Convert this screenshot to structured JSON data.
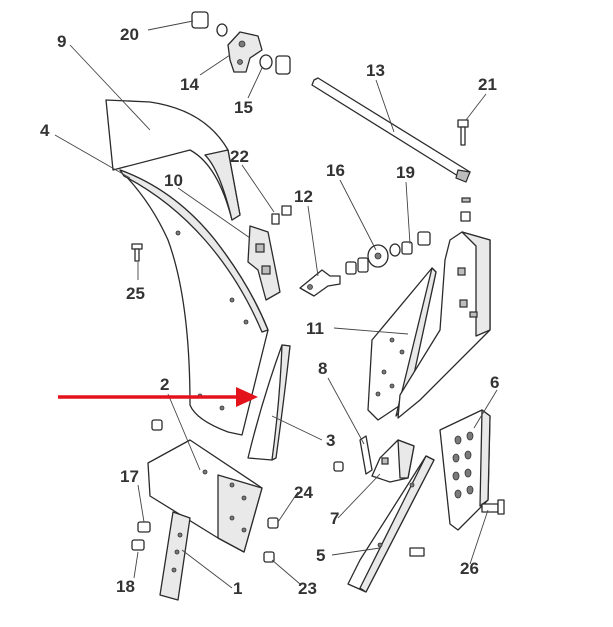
{
  "callouts": {
    "c1": "1",
    "c2": "2",
    "c3": "3",
    "c4": "4",
    "c5": "5",
    "c6": "6",
    "c7": "7",
    "c8": "8",
    "c9": "9",
    "c10": "10",
    "c11": "11",
    "c12": "12",
    "c13": "13",
    "c14": "14",
    "c15": "15",
    "c16": "16",
    "c17": "17",
    "c18": "18",
    "c19": "19",
    "c20": "20",
    "c21": "21",
    "c22": "22",
    "c23": "23",
    "c24": "24",
    "c25": "25",
    "c26": "26"
  },
  "colors": {
    "highlight_arrow": "#e3121b",
    "line": "#2b2b2b",
    "label": "#333333"
  }
}
